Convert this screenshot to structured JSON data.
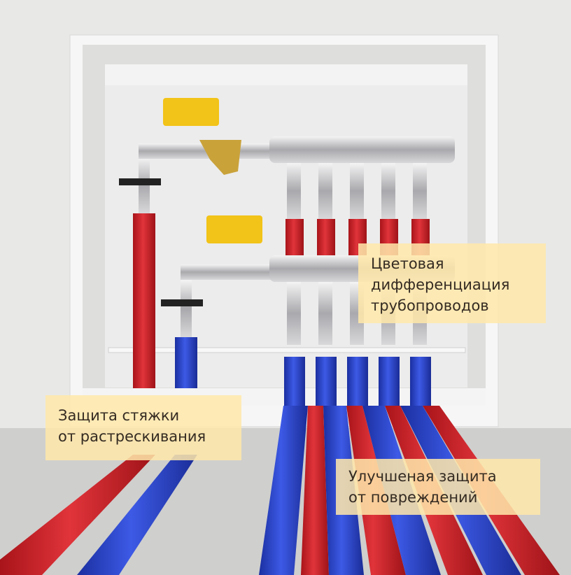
{
  "labels": {
    "color_diff": {
      "line1": "Цветовая",
      "line2": "дифференциация",
      "line3": "трубопроводов"
    },
    "screed": {
      "line1": "Защита стяжки",
      "line2": "от растрескивания"
    },
    "damage": {
      "line1": "Улучшеная защита",
      "line2": "от повреждений"
    }
  },
  "colors": {
    "red_pipe": "#d62f33",
    "blue_pipe": "#2f4fd6",
    "valve_yellow": "#f2c318",
    "label_bg": "#ffe8aa"
  }
}
